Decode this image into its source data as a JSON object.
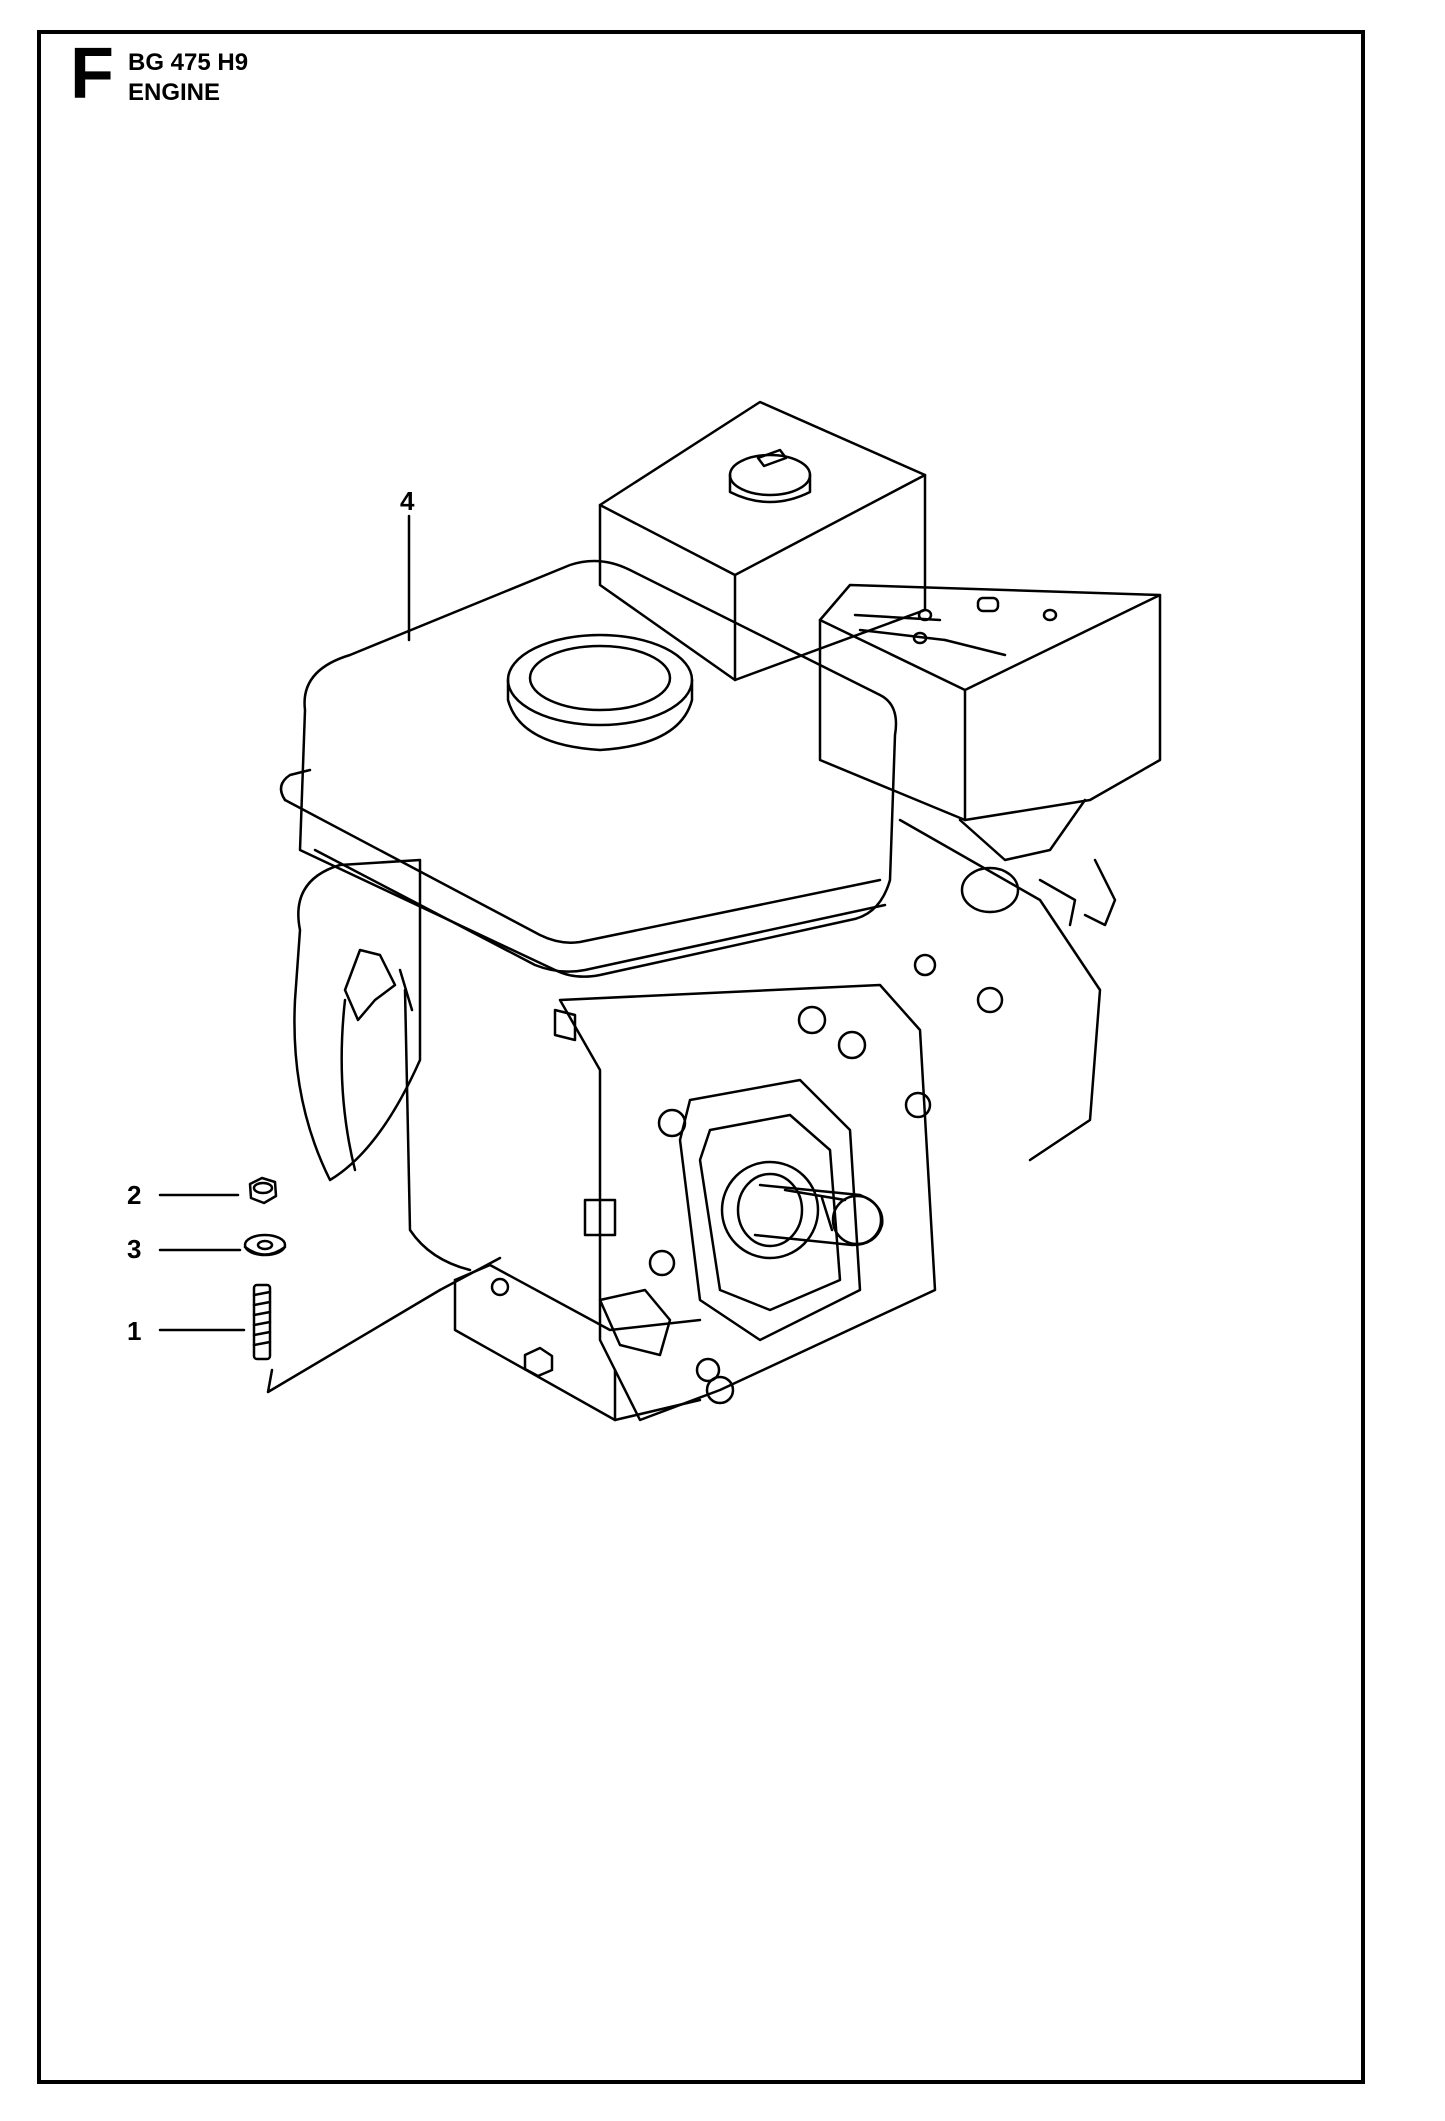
{
  "header": {
    "section_letter": "F",
    "model": "BG 475 H9",
    "title": "ENGINE"
  },
  "callouts": [
    {
      "number": "4"
    },
    {
      "number": "2"
    },
    {
      "number": "3"
    },
    {
      "number": "1"
    }
  ],
  "colors": {
    "line": "#000000",
    "background": "#ffffff"
  }
}
